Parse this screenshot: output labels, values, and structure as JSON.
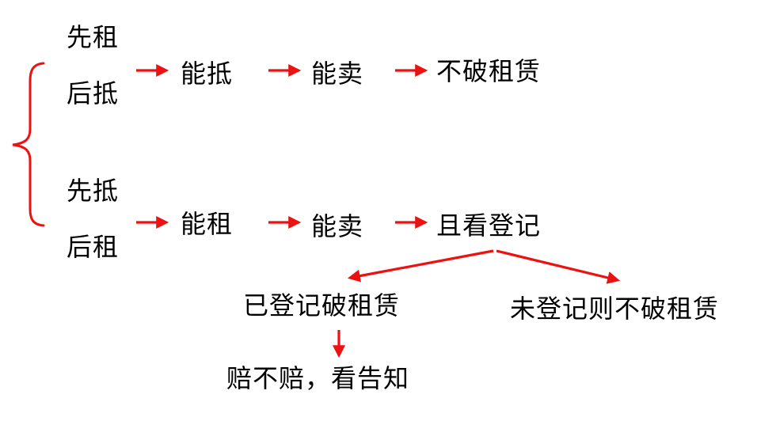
{
  "colors": {
    "arrow": "#ee1111",
    "text": "#000000",
    "background": "#ffffff"
  },
  "flowchart": {
    "branch_rent_first": {
      "label_line1": "先租",
      "label_line2": "后抵",
      "step1": "能抵",
      "step2": "能卖",
      "result": "不破租赁"
    },
    "branch_mortgage_first": {
      "label_line1": "先抵",
      "label_line2": "后租",
      "step1": "能租",
      "step2": "能卖",
      "result": "且看登记"
    },
    "registered_case": "已登记破租赁",
    "unregistered_case": "未登记则不破租赁",
    "compensation_note": "赔不赔，看告知"
  }
}
